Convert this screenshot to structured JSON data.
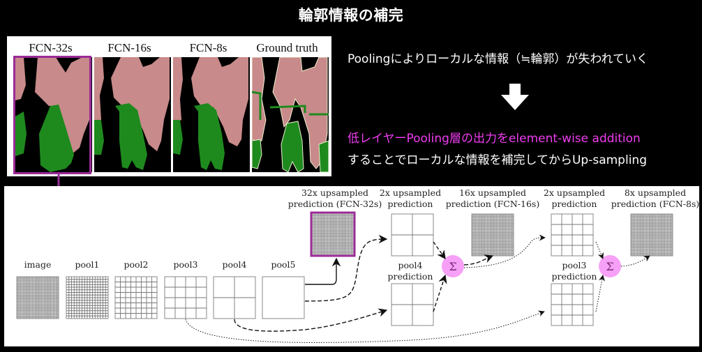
{
  "title": "輪郭情報の補完",
  "comparison": {
    "labels": [
      "FCN-32s",
      "FCN-16s",
      "FCN-8s",
      "Ground truth"
    ],
    "highlighted": "FCN-32s",
    "class_colors": {
      "person": "#c88a8a",
      "bicycle": "#1e8a1e",
      "background": "#000000",
      "boundary": "#f0f0d0"
    }
  },
  "notes": {
    "line1": "Poolingによりローカルな情報（≒輪郭）が失われていく",
    "arrow_icon": "down-arrow-icon",
    "line2": "低レイヤーPooling層の出力をelement-wise addition",
    "line3": "することでローカルな情報を補完してからUp-sampling"
  },
  "colors": {
    "accent_pink": "#f03cf0",
    "highlight_purple": "#9a2a96",
    "sum_node": "#f7a0f7"
  },
  "diagram": {
    "layers": [
      {
        "label": "image",
        "grid": 32
      },
      {
        "label": "pool1",
        "grid": 16
      },
      {
        "label": "pool2",
        "grid": 8
      },
      {
        "label": "pool3",
        "grid": 4
      },
      {
        "label": "pool4",
        "grid": 2
      },
      {
        "label": "pool5",
        "grid": 1
      }
    ],
    "fcn32": {
      "line1": "32x upsampled",
      "line2": "prediction (FCN-32s)"
    },
    "up2a": {
      "line1": "2x upsampled",
      "line2": "prediction"
    },
    "pool4pred": {
      "line1": "pool4",
      "line2": "prediction"
    },
    "fcn16": {
      "line1": "16x upsampled",
      "line2": "prediction (FCN-16s)"
    },
    "up2b": {
      "line1": "2x upsampled",
      "line2": "prediction"
    },
    "pool3pred": {
      "line1": "pool3",
      "line2": "prediction"
    },
    "fcn8": {
      "line1": "8x upsampled",
      "line2": "prediction (FCN-8s)"
    },
    "sum_symbol": "Σ"
  }
}
